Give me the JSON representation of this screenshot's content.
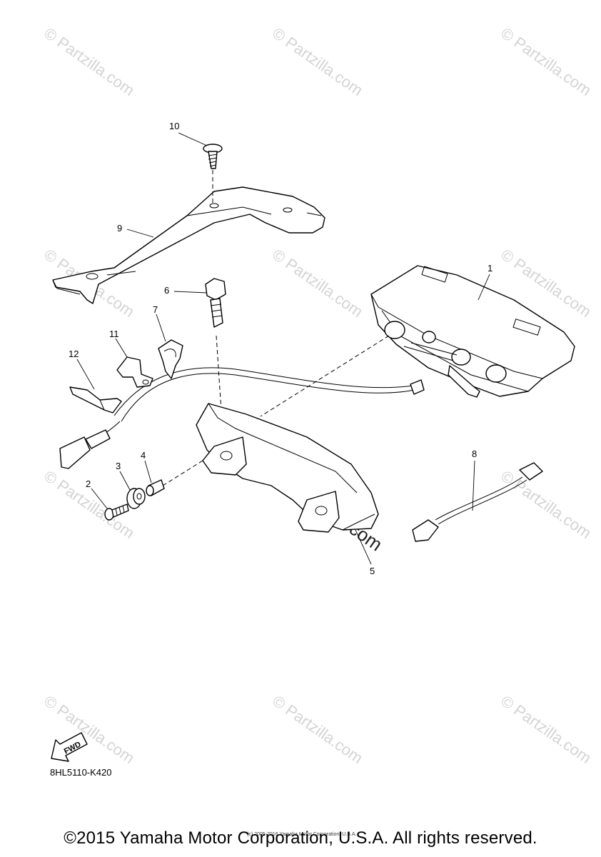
{
  "callouts": [
    "1",
    "2",
    "3",
    "4",
    "5",
    "6",
    "7",
    "8",
    "9",
    "10",
    "11",
    "12"
  ],
  "watermark": {
    "text": "Partzilla.com",
    "symbol": "©"
  },
  "fwd_label": "FWD",
  "diagram_code": "8HL5110-K420",
  "copyright": "©2015 Yamaha Motor Corporation, U.S.A. All rights reserved.",
  "small_copyright": "(c) 2005-2016 Yamaha Motor Corporation, U.S.A."
}
